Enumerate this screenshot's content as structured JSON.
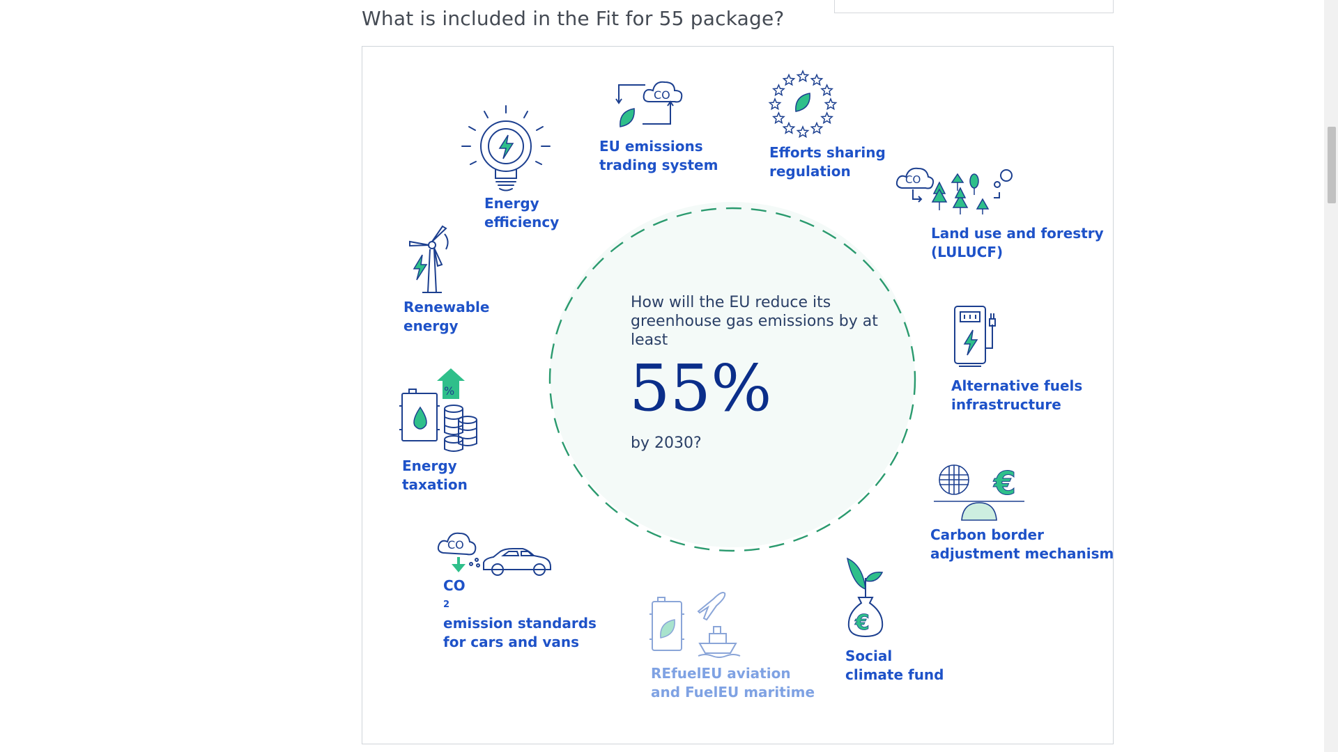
{
  "header": {
    "title": "What is included in the Fit for 55 package?"
  },
  "center": {
    "question": "How will the EU reduce its greenhouse gas emissions by at least",
    "percent": "55%",
    "by": "by 2030?"
  },
  "items": {
    "energy_efficiency": {
      "l1": "Energy",
      "l2": "efficiency"
    },
    "eu_ets": {
      "l1": "EU emissions",
      "l2": "trading system"
    },
    "effort_sharing": {
      "l1": "Efforts sharing",
      "l2": "regulation"
    },
    "lulucf": {
      "l1": "Land use and forestry",
      "l2": "(LULUCF)"
    },
    "renewable": {
      "l1": "Renewable",
      "l2": "energy"
    },
    "alt_fuels": {
      "l1": "Alternative fuels",
      "l2": "infrastructure"
    },
    "energy_tax": {
      "l1": "Energy",
      "l2": "taxation"
    },
    "cbam": {
      "l1": "Carbon border",
      "l2": "adjustment mechanism"
    },
    "co2_cars": {
      "l1a": "CO",
      "l1sub": "2",
      "l1b": " emission standards",
      "l2": "for cars and vans"
    },
    "refuel": {
      "l1": "REfuelEU aviation",
      "l2": "and FuelEU maritime"
    },
    "social_fund": {
      "l1": "Social",
      "l2": "climate fund"
    }
  },
  "icons": {
    "energy_efficiency": "lightbulb-gear-icon",
    "eu_ets": "co2-cloud-leaf-icon",
    "effort_sharing": "eu-stars-leaf-icon",
    "lulucf": "co2-trees-icon",
    "renewable": "wind-turbine-icon",
    "alt_fuels": "charging-station-icon",
    "energy_tax": "oil-barrel-coins-icon",
    "cbam": "balance-globe-euro-icon",
    "co2_cars": "co2-car-icon",
    "refuel": "fuel-plane-ship-icon",
    "social_fund": "money-bag-plant-icon"
  },
  "colors": {
    "label_blue": "#1e52c8",
    "label_muted": "#7fa2e3",
    "icon_navy": "#1c3f8f",
    "accent_green": "#2fbf8a",
    "circle_fill": "#f4faf8",
    "circle_dash": "#2a9a6e"
  },
  "chrome_texts": {
    "co2": "CO",
    "co2_sub": "2",
    "percent_sign": "%",
    "euro": "€"
  }
}
